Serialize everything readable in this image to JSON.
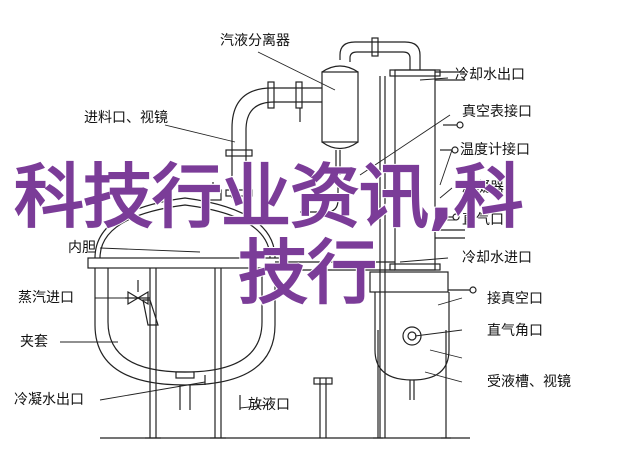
{
  "labels": {
    "steam_separator": "汽液分离器",
    "feed_inlet_sight": "进料口、视镜",
    "inner_vessel": "内胆",
    "steam_inlet": "蒸汽进口",
    "jacket": "夹套",
    "condensate_outlet": "冷凝水出口",
    "discharge_outlet": "放液口",
    "cooling_water_outlet": "冷却水出口",
    "vacuum_gauge_port": "真空表接口",
    "thermometer_port": "温度计接口",
    "condenser": "冷凝器",
    "air_port": "直气口",
    "cooling_water_inlet": "冷却水进口",
    "vacuum_port": "接真空口",
    "direct_air_port": "直气角口",
    "receiver_sight": "受液槽、视镜"
  },
  "watermark": {
    "line1": "科技行业资讯,科",
    "line2": "技行"
  },
  "colors": {
    "line": "#222222",
    "watermark": "#7b3c98"
  }
}
